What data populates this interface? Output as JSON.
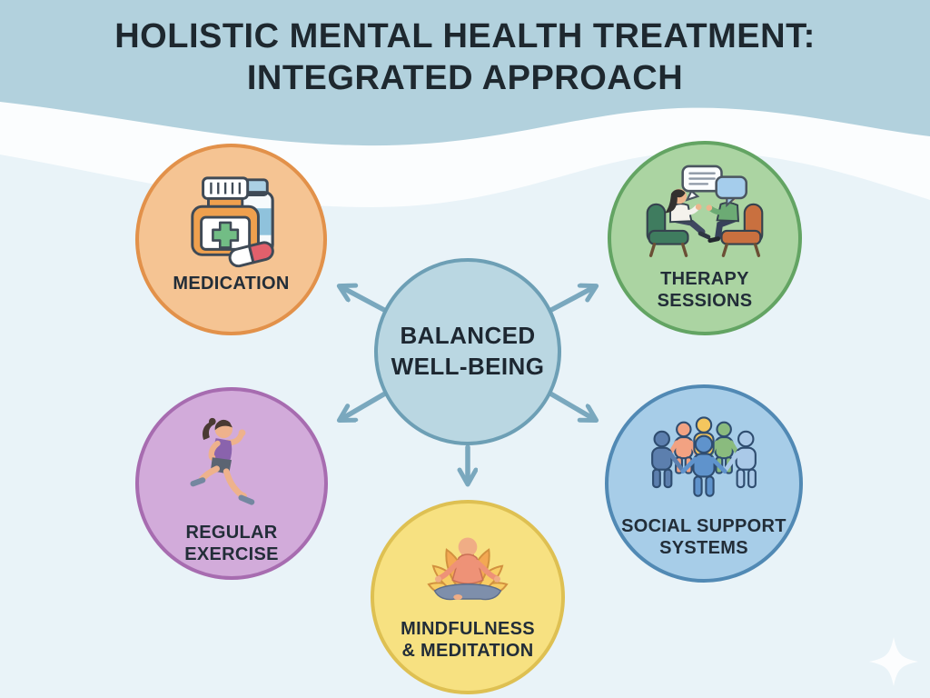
{
  "title": {
    "line1": "HOLISTIC MENTAL HEALTH TREATMENT:",
    "line2": "INTEGRATED APPROACH"
  },
  "center_node": {
    "id": "balanced-well-being",
    "label": "BALANCED WELL-BEING",
    "fill": "#bad7e2",
    "border": "#6d9fb5"
  },
  "nodes": [
    {
      "id": "medication",
      "label": "MEDICATION",
      "icon": "pill-bottles-icon",
      "fill": "#f5c493",
      "border": "#e2914a",
      "position": "top-left"
    },
    {
      "id": "therapy-sessions",
      "label": "THERAPY SESSIONS",
      "icon": "counseling-conversation-icon",
      "fill": "#abd4a2",
      "border": "#63a463",
      "position": "top-right"
    },
    {
      "id": "regular-exercise",
      "label": "REGULAR EXERCISE",
      "icon": "running-woman-icon",
      "fill": "#d2abda",
      "border": "#a76cb0",
      "position": "bottom-left"
    },
    {
      "id": "mindfulness-meditation",
      "label": "MINDFULNESS & MEDITATION",
      "icon": "lotus-meditation-icon",
      "fill": "#f7e181",
      "border": "#dec052",
      "position": "bottom-center"
    },
    {
      "id": "social-support-systems",
      "label": "SOCIAL SUPPORT SYSTEMS",
      "icon": "people-group-icon",
      "fill": "#a7cde8",
      "border": "#5189b4",
      "position": "bottom-right"
    }
  ],
  "connections": {
    "style": "radial-arrows-with-chevron-heads",
    "color": "#7aa8be",
    "from": "balanced-well-being",
    "to": [
      "medication",
      "therapy-sessions",
      "regular-exercise",
      "mindfulness-meditation",
      "social-support-systems"
    ]
  },
  "background": {
    "top_band": "#b2d1dd",
    "wave_band": "#fbfdfe",
    "canvas": "#e9f3f8"
  },
  "decorations": [
    {
      "icon": "sparkle-icon",
      "position": "bottom-right",
      "color": "#ffffff"
    }
  ]
}
